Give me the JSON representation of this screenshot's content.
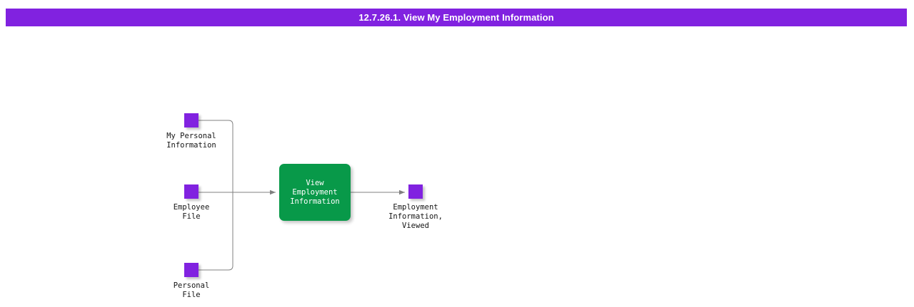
{
  "header": {
    "title": "12.7.26.1. View My Employment Information",
    "background_color": "#8122E0",
    "text_color": "#ffffff"
  },
  "diagram": {
    "type": "process-flow",
    "colors": {
      "data_object": "#8122E0",
      "process": "#089949",
      "connector": "#808080",
      "label_text": "#141414",
      "process_text": "#ffffff",
      "canvas": "#ffffff"
    },
    "inputs": [
      {
        "id": "my-personal-information",
        "label": "My Personal\nInformation"
      },
      {
        "id": "employee-file",
        "label": "Employee\nFile"
      },
      {
        "id": "personal-file",
        "label": "Personal\nFile"
      }
    ],
    "process": {
      "id": "view-employment-information",
      "label": "View\nEmployment\nInformation"
    },
    "outputs": [
      {
        "id": "employment-information-viewed",
        "label": "Employment\nInformation,\nViewed"
      }
    ]
  }
}
